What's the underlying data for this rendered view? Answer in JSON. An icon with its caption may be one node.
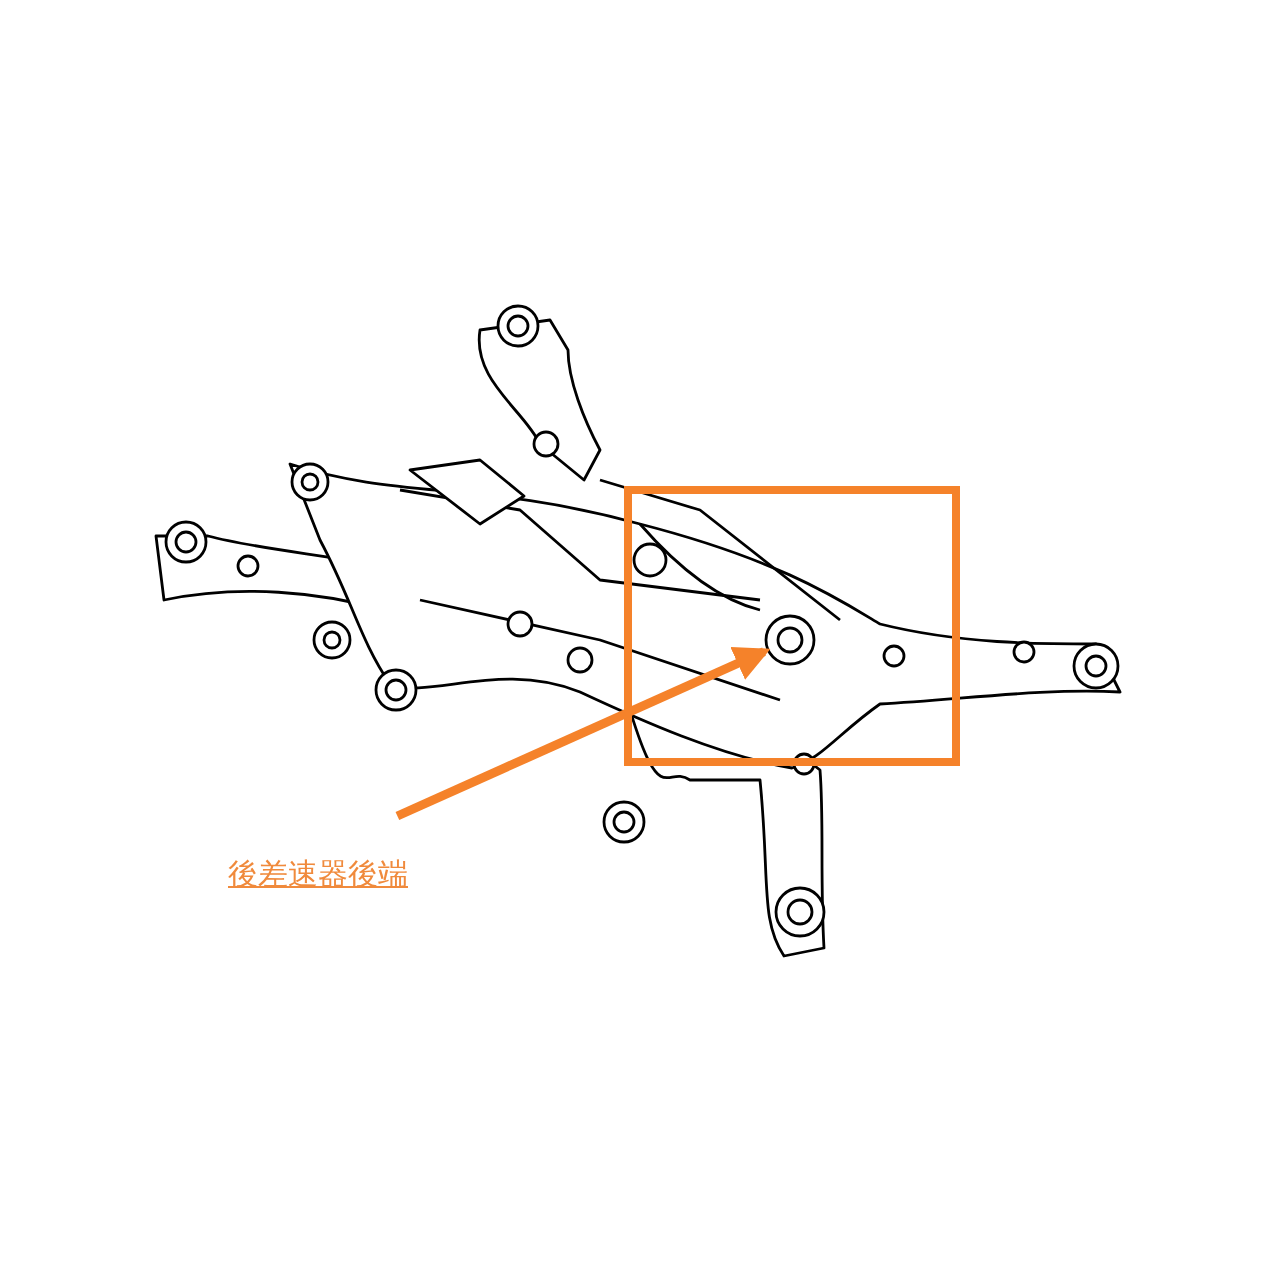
{
  "diagram": {
    "nodes": [
      {
        "text": [
          "後差速器後端"
        ]
      },
      {
        "text": [],
        "shape": "box"
      },
      {
        "text": [],
        "shape": "picture",
        "in": 1
      }
    ],
    "edges": [
      {
        "from": 0,
        "to": 2,
        "arrow": "to",
        "color": "#f5822a"
      }
    ]
  }
}
